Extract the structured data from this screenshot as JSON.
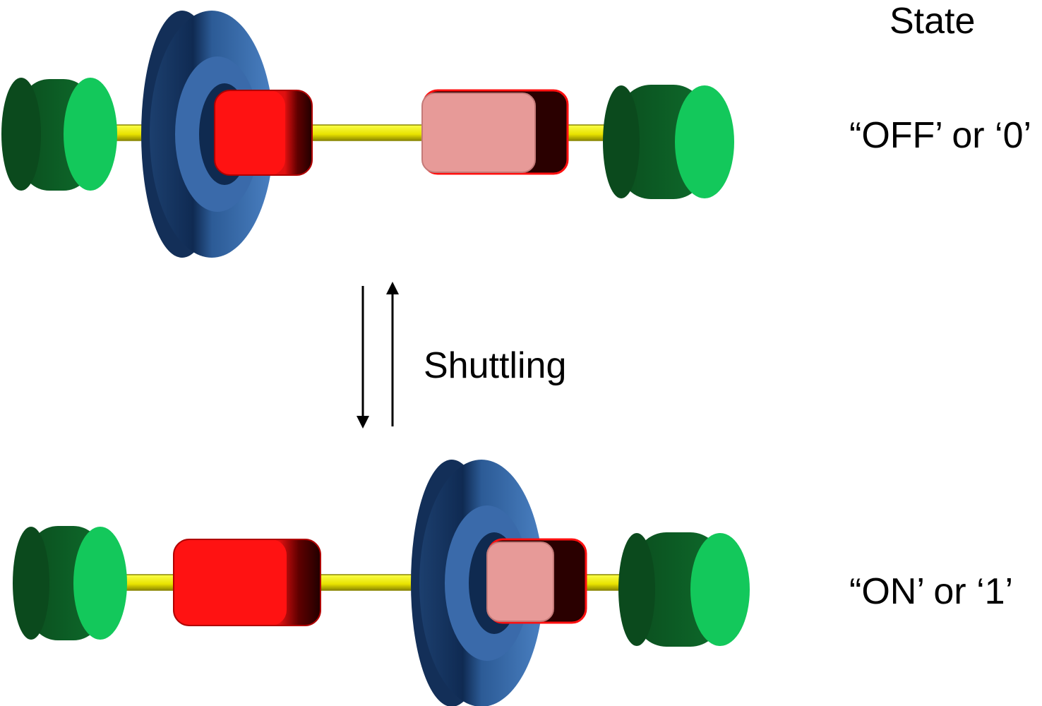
{
  "labels": {
    "state_heading": "State",
    "off_state": "“OFF’ or ‘0’",
    "on_state": "“ON’ or ‘1’",
    "process": "Shuttling"
  },
  "colors": {
    "stopper_light": "#12c45a",
    "stopper_dark": "#0c5a24",
    "axle": "#f2f000",
    "axle_edge": "#9a9600",
    "ring_light": "#4a7fc0",
    "ring_dark": "#1a3e70",
    "ring_hole": "#0e2446",
    "station_red": "#ff1010",
    "station_pink": "#e89a98",
    "station_shadow": "#3a0000",
    "arrow": "#000000"
  },
  "states": [
    {
      "name": "off",
      "ring_station": "red"
    },
    {
      "name": "on",
      "ring_station": "pink"
    }
  ]
}
